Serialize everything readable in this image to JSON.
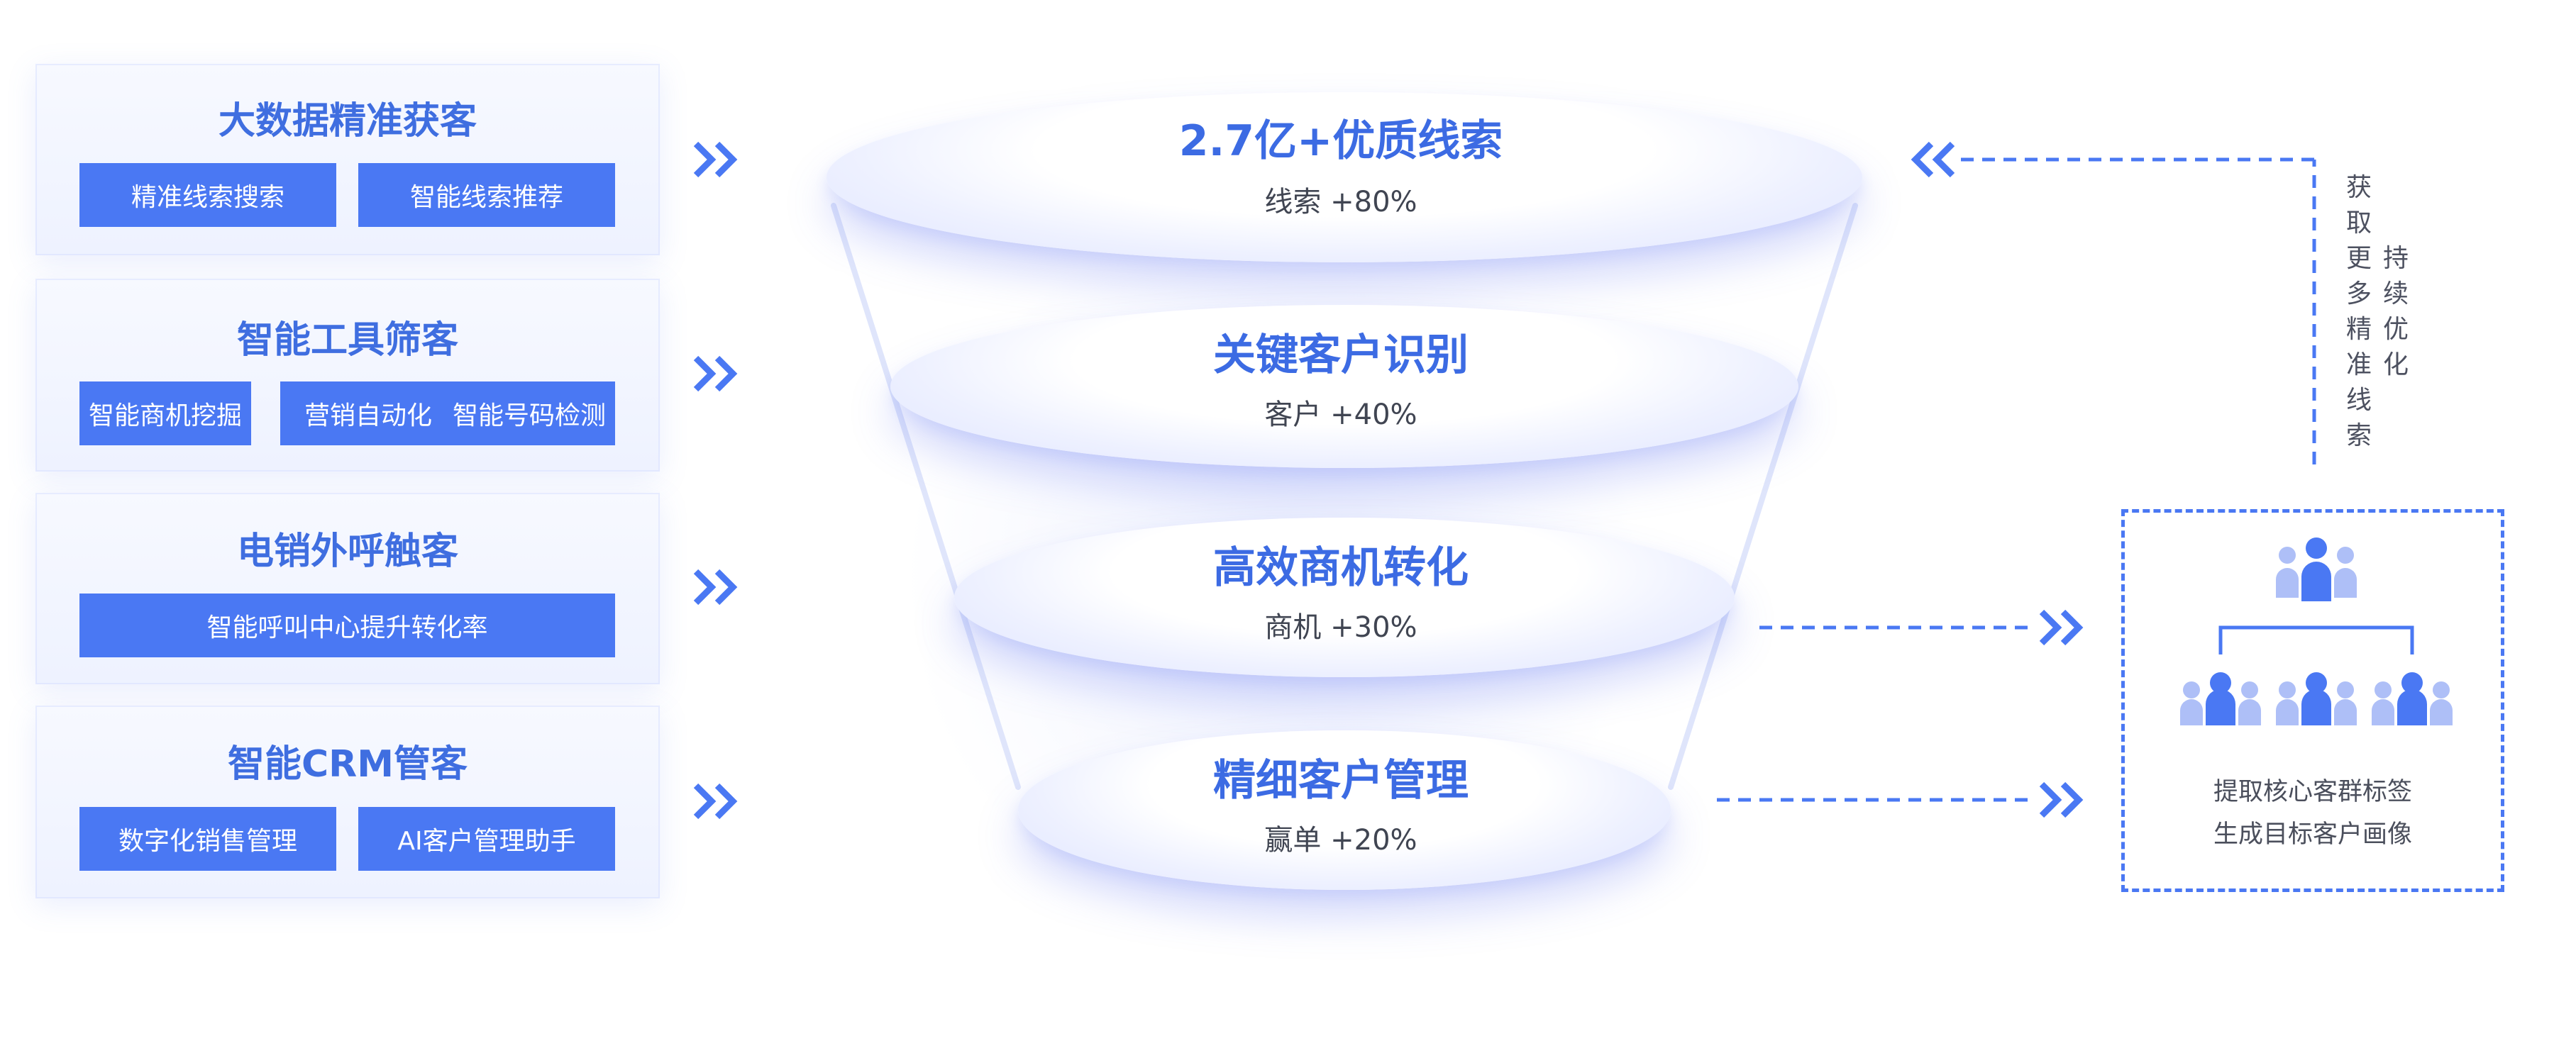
{
  "acquisition_panels": [
    {
      "title": "大数据精准获客",
      "buttons": [
        "精准线索搜索",
        "智能线索推荐"
      ]
    },
    {
      "title": "智能工具筛客",
      "buttons": [
        "智能商机挖掘",
        "营销自动化",
        "智能号码检测"
      ]
    },
    {
      "title": "电销外呼触客",
      "buttons": [
        "智能呼叫中心提升转化率"
      ]
    },
    {
      "title": "智能CRM管客",
      "buttons": [
        "数字化销售管理",
        "AI客户管理助手"
      ]
    }
  ],
  "funnel_stages": [
    {
      "title": "2.7亿+优质线索",
      "metric": "线索 +80%"
    },
    {
      "title": "关键客户识别",
      "metric": "客户 +40%"
    },
    {
      "title": "高效商机转化",
      "metric": "商机 +30%"
    },
    {
      "title": "精细客户管理",
      "metric": "赢单 +20%"
    }
  ],
  "feedback_loop": {
    "column_1": "获取更多精准线索",
    "column_2": "持续优化"
  },
  "target_profile": {
    "line_1": "提取核心客群标签",
    "line_2": "生成目标客户画像"
  },
  "colors": {
    "accent": "#4a78f3",
    "title_blue": "#3f6ee0",
    "icon_dark": "#4a78f3",
    "icon_light": "#aebff7"
  },
  "icons": {
    "stage_arrow": "double-chevron-right-icon",
    "loop_arrow": "double-chevron-left-icon",
    "people": "user-group-icon"
  }
}
